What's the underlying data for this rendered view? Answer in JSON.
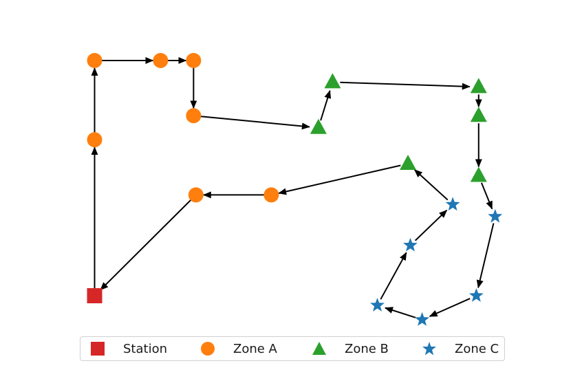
{
  "legend": {
    "items": [
      {
        "label": "Station",
        "marker": "square",
        "color": "#d62728"
      },
      {
        "label": "Zone A",
        "marker": "circle",
        "color": "#ff7f0e"
      },
      {
        "label": "Zone B",
        "marker": "triangle",
        "color": "#2ca02c"
      },
      {
        "label": "Zone C",
        "marker": "star",
        "color": "#1f77b4"
      }
    ]
  },
  "route": {
    "edge_color": "#000000",
    "nodes": [
      {
        "id": "station",
        "zone": "Station",
        "x": 0.0,
        "y": 0.0
      },
      {
        "id": "a1",
        "zone": "Zone A",
        "x": 0.0,
        "y": 6.5
      },
      {
        "id": "a2",
        "zone": "Zone A",
        "x": 0.0,
        "y": 9.8
      },
      {
        "id": "a3",
        "zone": "Zone A",
        "x": 2.8,
        "y": 9.8
      },
      {
        "id": "a4",
        "zone": "Zone A",
        "x": 4.2,
        "y": 9.8
      },
      {
        "id": "a5",
        "zone": "Zone A",
        "x": 4.2,
        "y": 7.5
      },
      {
        "id": "b1",
        "zone": "Zone B",
        "x": 9.5,
        "y": 7.0
      },
      {
        "id": "b2",
        "zone": "Zone B",
        "x": 10.1,
        "y": 8.9
      },
      {
        "id": "b3",
        "zone": "Zone B",
        "x": 16.3,
        "y": 8.7
      },
      {
        "id": "b4",
        "zone": "Zone B",
        "x": 16.3,
        "y": 7.5
      },
      {
        "id": "b5",
        "zone": "Zone B",
        "x": 16.3,
        "y": 5.0
      },
      {
        "id": "c1",
        "zone": "Zone C",
        "x": 17.0,
        "y": 3.3
      },
      {
        "id": "c2",
        "zone": "Zone C",
        "x": 16.2,
        "y": 0.0
      },
      {
        "id": "c3",
        "zone": "Zone C",
        "x": 13.9,
        "y": -1.0
      },
      {
        "id": "c4",
        "zone": "Zone C",
        "x": 12.0,
        "y": -0.4
      },
      {
        "id": "c5",
        "zone": "Zone C",
        "x": 13.4,
        "y": 2.1
      },
      {
        "id": "c6",
        "zone": "Zone C",
        "x": 15.2,
        "y": 3.8
      },
      {
        "id": "b6",
        "zone": "Zone B",
        "x": 13.3,
        "y": 5.5
      },
      {
        "id": "a6",
        "zone": "Zone A",
        "x": 7.5,
        "y": 4.2
      },
      {
        "id": "a7",
        "zone": "Zone A",
        "x": 4.3,
        "y": 4.2
      }
    ],
    "edges": [
      [
        "station",
        "a1"
      ],
      [
        "a1",
        "a2"
      ],
      [
        "a2",
        "a3"
      ],
      [
        "a3",
        "a4"
      ],
      [
        "a4",
        "a5"
      ],
      [
        "a5",
        "b1"
      ],
      [
        "b1",
        "b2"
      ],
      [
        "b2",
        "b3"
      ],
      [
        "b3",
        "b4"
      ],
      [
        "b4",
        "b5"
      ],
      [
        "b5",
        "c1"
      ],
      [
        "c1",
        "c2"
      ],
      [
        "c2",
        "c3"
      ],
      [
        "c3",
        "c4"
      ],
      [
        "c4",
        "c5"
      ],
      [
        "c5",
        "c6"
      ],
      [
        "c6",
        "b6"
      ],
      [
        "b6",
        "a6"
      ],
      [
        "a6",
        "a7"
      ],
      [
        "a7",
        "station"
      ]
    ]
  }
}
